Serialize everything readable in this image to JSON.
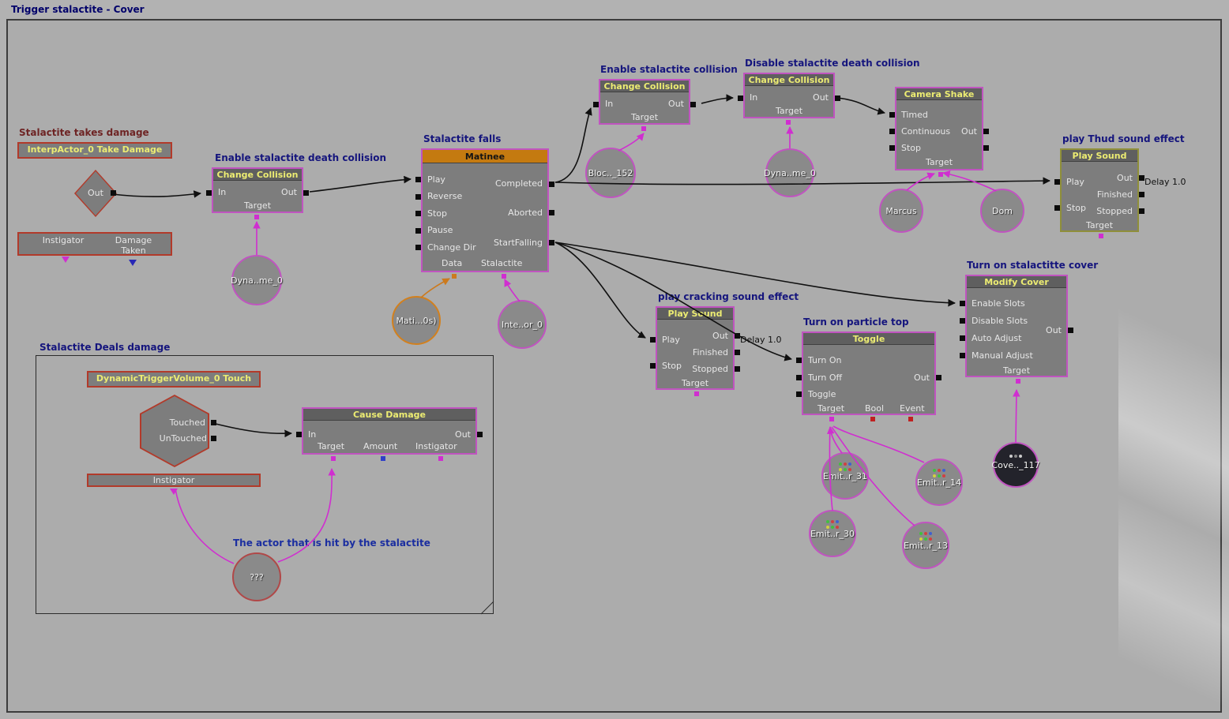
{
  "window": {
    "title": "Trigger stalactite - Cover"
  },
  "comments": {
    "takes_damage": "Stalactite takes damage",
    "enable_death_collision": "Enable stalactite death collision",
    "stalactite_falls": "Stalactite falls",
    "enable_collision": "Enable stalactite collision",
    "disable_death_collision": "Disable stalactite death collision",
    "thud_sound": "play Thud sound effect",
    "cracking_sound": "play cracking sound effect",
    "particle_top": "Turn on particle top",
    "stalactite_cover": "Turn on stalactitte cover",
    "deals_damage": "Stalactite Deals damage",
    "hit_actor": "The actor that is hit by the stalactite"
  },
  "nodes": {
    "take_damage_event": {
      "title": "InterpActor_0 Take Damage",
      "out_label": "Out",
      "var_instigator": "Instigator",
      "var_damage_taken": "Damage Taken"
    },
    "change_collision_death_on": {
      "title": "Change Collision",
      "in_label": "In",
      "out_label": "Out",
      "target_label": "Target"
    },
    "matinee": {
      "title": "Matinee",
      "inputs": [
        "Play",
        "Reverse",
        "Stop",
        "Pause",
        "Change Dir"
      ],
      "outputs": [
        "Completed",
        "Aborted",
        "StartFalling"
      ],
      "data_label": "Data",
      "data_var_label": "Stalactite"
    },
    "change_collision_on": {
      "title": "Change Collision",
      "in_label": "In",
      "out_label": "Out",
      "target_label": "Target"
    },
    "change_collision_death_off": {
      "title": "Change Collision",
      "in_label": "In",
      "out_label": "Out",
      "target_label": "Target"
    },
    "camera_shake": {
      "title": "Camera Shake",
      "inputs": [
        "Timed",
        "Continuous",
        "Stop"
      ],
      "out_label": "Out",
      "target_label": "Target"
    },
    "play_sound_thud": {
      "title": "Play Sound",
      "inputs": [
        "Play",
        "Stop"
      ],
      "outputs": [
        "Out",
        "Finished",
        "Stopped"
      ],
      "target_label": "Target",
      "delay_label": "Delay 1.0"
    },
    "play_sound_cracking": {
      "title": "Play Sound",
      "inputs": [
        "Play",
        "Stop"
      ],
      "outputs": [
        "Out",
        "Finished",
        "Stopped"
      ],
      "target_label": "Target",
      "delay_label": "Delay 1.0"
    },
    "toggle": {
      "title": "Toggle",
      "inputs": [
        "Turn On",
        "Turn Off",
        "Toggle"
      ],
      "out_label": "Out",
      "vars": [
        "Target",
        "Bool",
        "Event"
      ]
    },
    "modify_cover": {
      "title": "Modify Cover",
      "inputs": [
        "Enable Slots",
        "Disable Slots",
        "Auto Adjust",
        "Manual Adjust"
      ],
      "out_label": "Out",
      "target_label": "Target"
    },
    "touch_event": {
      "title": "DynamicTriggerVolume_0 Touch",
      "outputs": [
        "Touched",
        "UnTouched"
      ],
      "instigator_label": "Instigator"
    },
    "cause_damage": {
      "title": "Cause Damage",
      "in_label": "In",
      "out_label": "Out",
      "vars": [
        "Target",
        "Amount",
        "Instigator"
      ]
    }
  },
  "variables": {
    "dyna_me_0_a": "Dyna..me_0",
    "mati_0s": "Mati...0s)",
    "inte_or_0": "Inte..or_0",
    "bloc_152": "Bloc.._152",
    "dyna_me_0_b": "Dyna..me_0",
    "marcus": "Marcus",
    "dom": "Dom",
    "emit_31": "Emit..r_31",
    "emit_14": "Emit..r_14",
    "emit_30": "Emit..r_30",
    "emit_13": "Emit..r_13",
    "cove_117": "Cove.._117",
    "unknown": "???"
  },
  "colors": {
    "selected_border": "#c054c0",
    "event_border": "#b23a2a",
    "unselected_border": "#8f8f3a",
    "header_text": "#ecec72",
    "matinee_header": "#c47a10",
    "object_link": "#d02ed0",
    "float_link": "#3040c8",
    "bool_link": "#c02020",
    "data_link": "#cc7a1e",
    "comment_text": "#15157d"
  }
}
